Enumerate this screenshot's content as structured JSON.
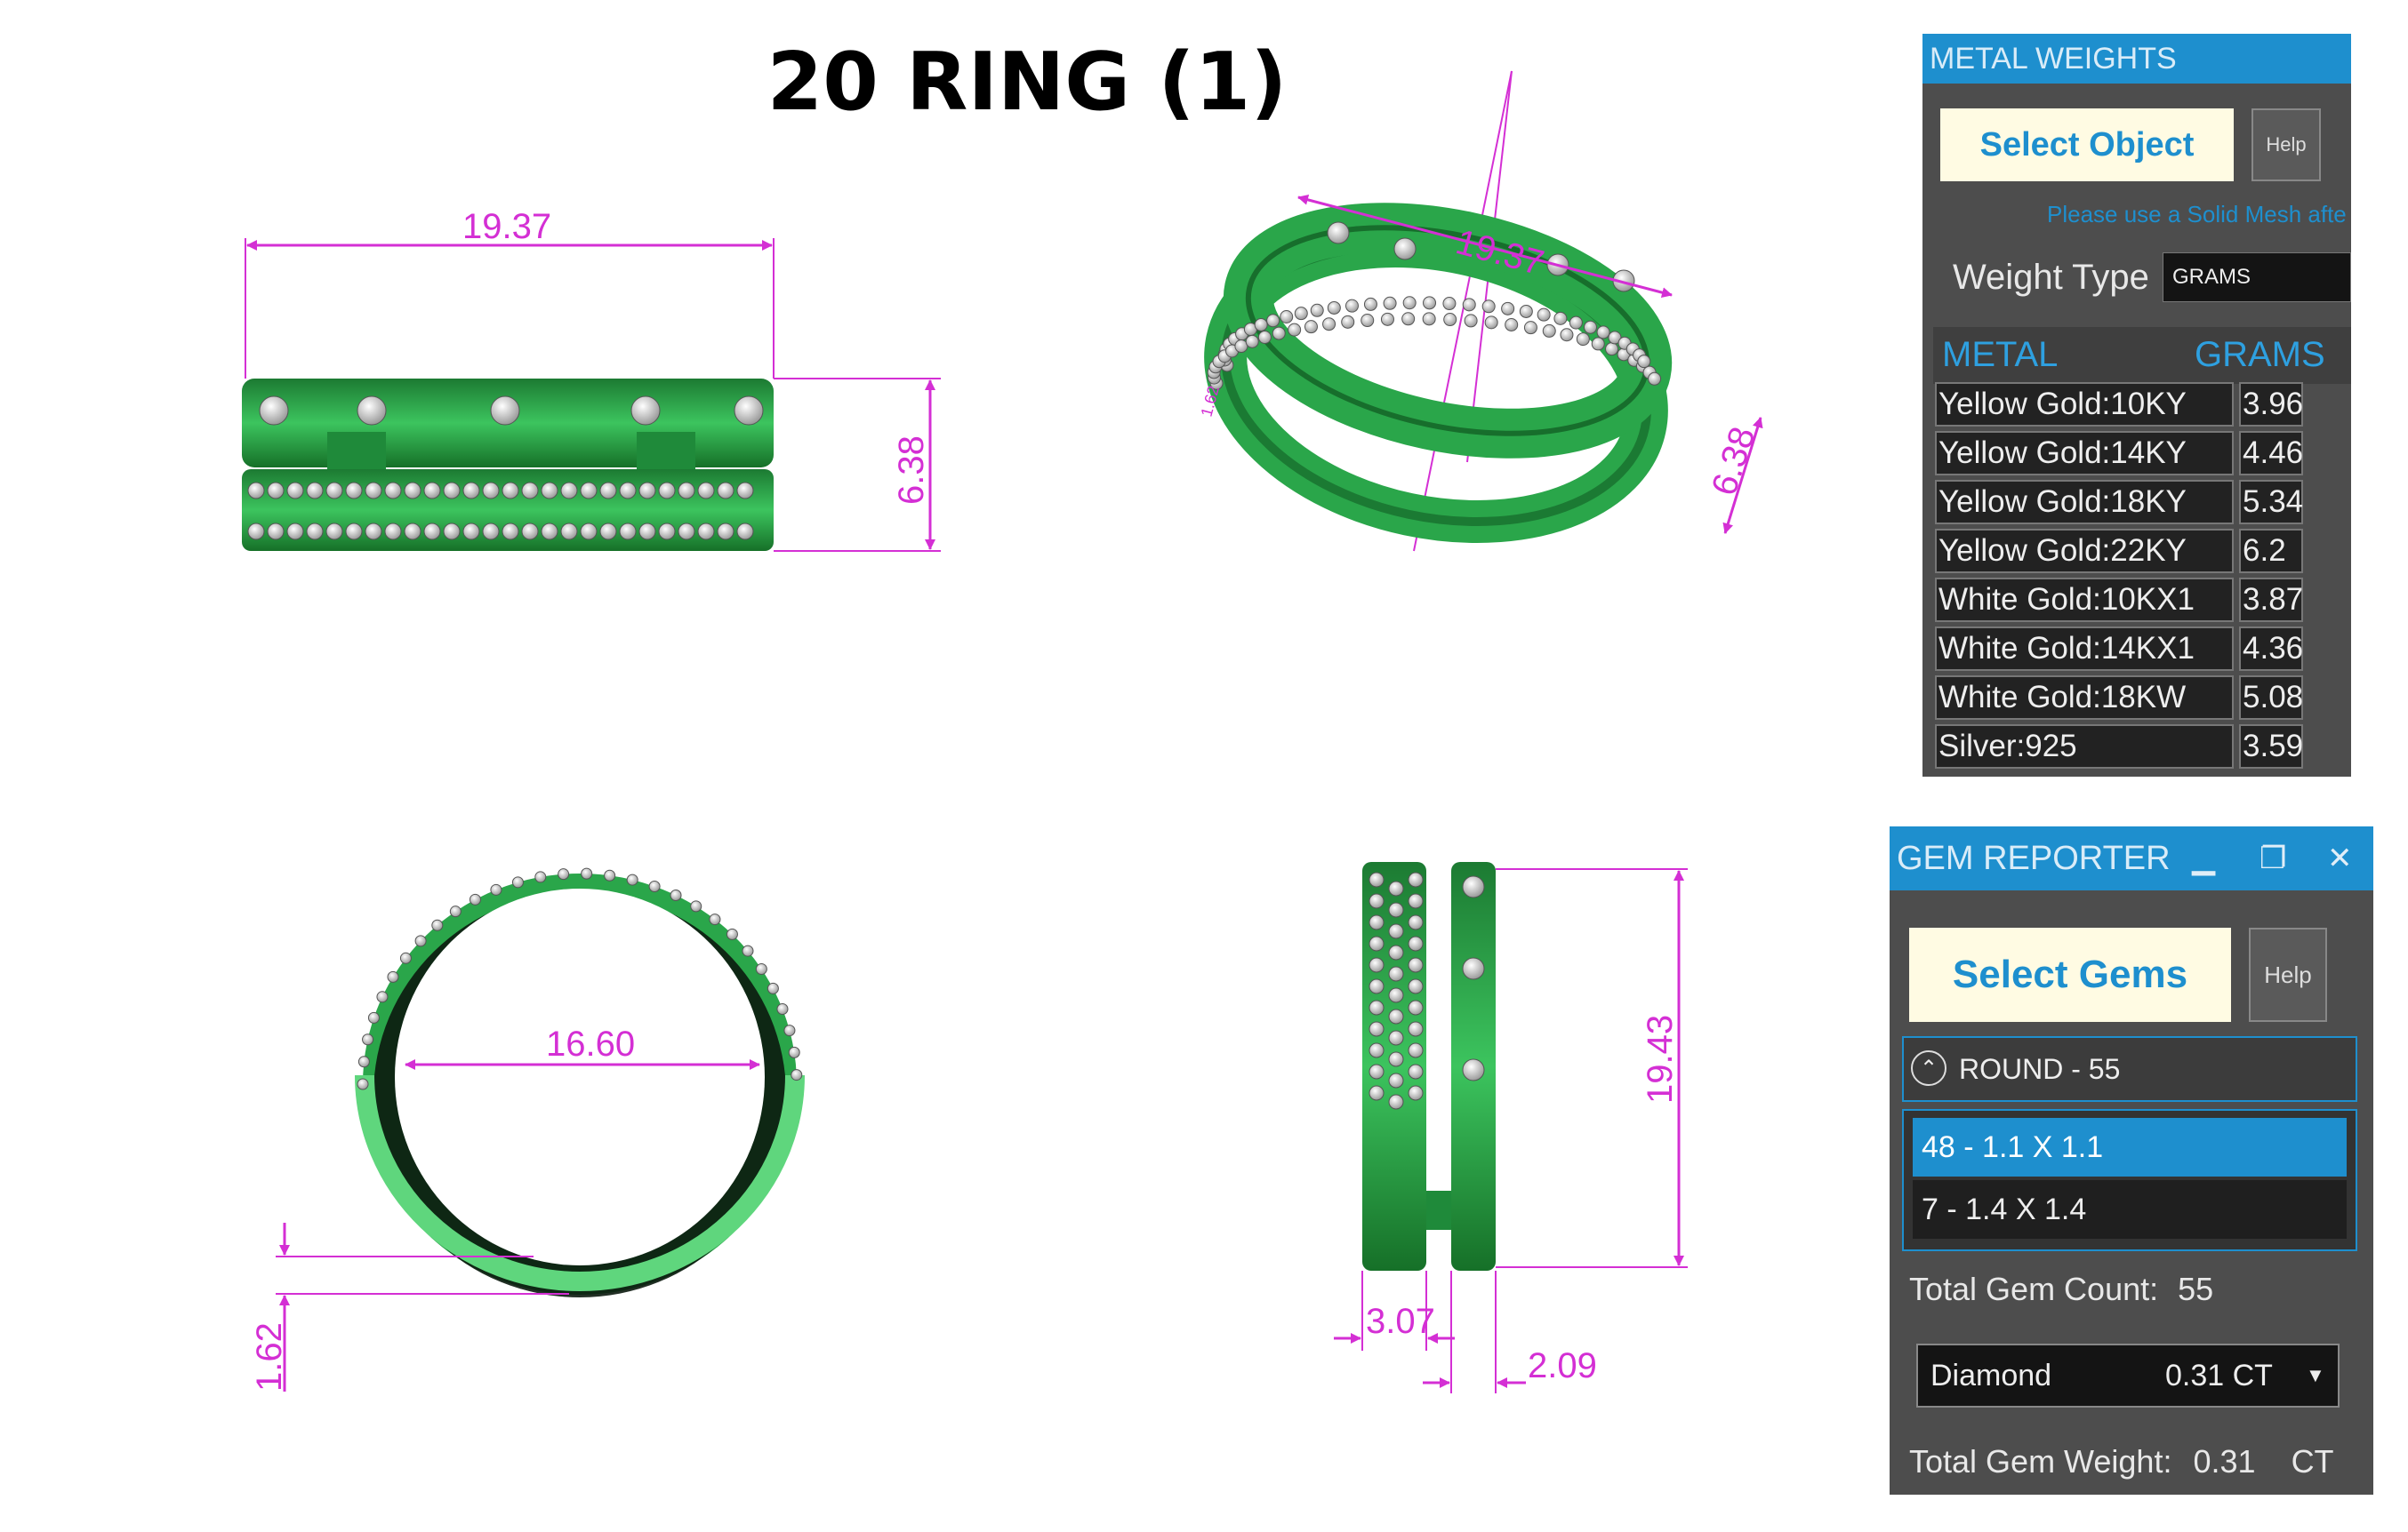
{
  "title": "20 RING (1)",
  "dimensions": {
    "front_width": "19.37",
    "front_height": "6.38",
    "persp_width": "19.37",
    "persp_height": "6.38",
    "persp_small": "1.62",
    "inner_diameter": "16.60",
    "shank_thickness": "1.62",
    "side_height": "19.43",
    "band_width_a": "3.07",
    "band_width_b": "2.09"
  },
  "colors": {
    "ring_green": "#2aa64a",
    "ring_light": "#5fd67d",
    "dimension": "#d42fd4",
    "accent": "#1e8fce"
  },
  "metal_weights": {
    "title": "METAL WEIGHTS",
    "select_button": "Select Object",
    "help_button": "Help",
    "note": "Please use a Solid Mesh afte",
    "weight_type_label": "Weight Type",
    "weight_type_value": "GRAMS",
    "col_metal": "METAL",
    "col_grams": "GRAMS",
    "rows": [
      {
        "metal": "Yellow Gold:10KY",
        "grams": "3.96"
      },
      {
        "metal": "Yellow Gold:14KY",
        "grams": "4.46"
      },
      {
        "metal": "Yellow Gold:18KY",
        "grams": "5.34"
      },
      {
        "metal": "Yellow Gold:22KY",
        "grams": "6.2"
      },
      {
        "metal": "White Gold:10KX1",
        "grams": "3.87"
      },
      {
        "metal": "White Gold:14KX1",
        "grams": "4.36"
      },
      {
        "metal": "White Gold:18KW",
        "grams": "5.08"
      },
      {
        "metal": "Silver:925",
        "grams": "3.59"
      }
    ]
  },
  "gem_reporter": {
    "title": "GEM REPORTER",
    "minimize": "▁",
    "maximize": "❐",
    "close": "✕",
    "select_button": "Select Gems",
    "help_button": "Help",
    "group_label": "ROUND - 55",
    "items": [
      "48 - 1.1 X 1.1",
      "7 - 1.4 X 1.4"
    ],
    "total_count_label": "Total Gem Count:",
    "total_count_value": "55",
    "stone_type": "Diamond",
    "stone_weight": "0.31 CT",
    "total_weight_label": "Total Gem Weight:",
    "total_weight_value": "0.31",
    "total_weight_unit": "CT"
  }
}
